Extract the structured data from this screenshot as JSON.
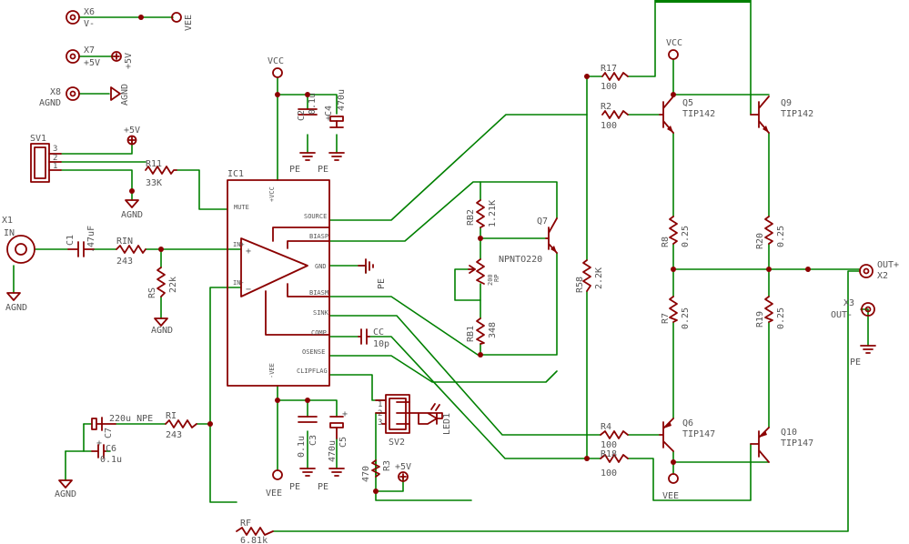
{
  "connectors": {
    "x6": {
      "ref": "X6",
      "pin": "V-"
    },
    "x7": {
      "ref": "X7",
      "pin": "+5V"
    },
    "x8": {
      "ref": "X8",
      "pin": "AGND"
    },
    "x1": {
      "ref": "X1",
      "pin": "IN"
    },
    "x2": {
      "ref": "X2",
      "pin": "OUT+"
    },
    "x3": {
      "ref": "X3",
      "pin": "OUT-"
    }
  },
  "nets": {
    "vee": "VEE",
    "vcc": "VCC",
    "p5v": "+5V",
    "agnd": "AGND",
    "pe": "PE"
  },
  "ic": {
    "ref": "IC1",
    "pins": {
      "mute": "MUTE",
      "vcc": "+VCC",
      "vee": "-VEE",
      "source": "SOURCE",
      "biasp": "BIASP",
      "gnd": "GND",
      "biasm": "BIASM",
      "sink": "SINK",
      "comp": "COMP",
      "osense": "OSENSE",
      "clipflag": "CLIPFLAG",
      "inp": "IN+",
      "inm": "IN-"
    },
    "sym_plus": "+",
    "sym_minus": "−"
  },
  "headers": {
    "sv1": {
      "ref": "SV1",
      "pins": [
        "3",
        "2",
        "1"
      ]
    },
    "sv2": {
      "ref": "SV2",
      "pins": [
        "1",
        "2",
        "3"
      ]
    }
  },
  "parts": {
    "r11": {
      "ref": "R11",
      "value": "33K"
    },
    "c1": {
      "ref": "C1",
      "value": ".47uF"
    },
    "rin": {
      "ref": "RIN",
      "value": "243"
    },
    "rs": {
      "ref": "RS",
      "value": "22k"
    },
    "c2": {
      "ref": "C2",
      "value": "0.1u"
    },
    "c4": {
      "ref": "C4",
      "value": "470u",
      "plus": "+"
    },
    "c3": {
      "ref": "C3",
      "value": "0.1u"
    },
    "c5": {
      "ref": "C5",
      "value": "470u",
      "plus": "+"
    },
    "cc": {
      "ref": "CC",
      "value": "10p"
    },
    "rb2": {
      "ref": "RB2",
      "value": "1.21K"
    },
    "rp": {
      "ref": "RP",
      "value": "200"
    },
    "rb1": {
      "ref": "RB1",
      "value": "348"
    },
    "q7": {
      "ref": "Q7",
      "value": "NPNTO220"
    },
    "led1": {
      "ref": "LED1"
    },
    "r3": {
      "ref": "R3",
      "value": "470"
    },
    "r17": {
      "ref": "R17",
      "value": "100"
    },
    "r2": {
      "ref": "R2",
      "value": "100"
    },
    "r4": {
      "ref": "R4",
      "value": "100"
    },
    "r18": {
      "ref": "R18",
      "value": "100"
    },
    "r58": {
      "ref": "R58",
      "value": "2.2K"
    },
    "q5": {
      "ref": "Q5",
      "value": "TIP142"
    },
    "q9": {
      "ref": "Q9",
      "value": "TIP142"
    },
    "q6": {
      "ref": "Q6",
      "value": "TIP147"
    },
    "q10": {
      "ref": "Q10",
      "value": "TIP147"
    },
    "r8": {
      "ref": "R8",
      "value": "0.25"
    },
    "r20": {
      "ref": "R20",
      "value": "0.25"
    },
    "r7": {
      "ref": "R7",
      "value": "0.25"
    },
    "r19": {
      "ref": "R19",
      "value": "0.25"
    },
    "c7": {
      "ref": "C7",
      "value": "220u NPE",
      "plus": "+"
    },
    "c6": {
      "ref": "C6",
      "value": "0.1u"
    },
    "ri": {
      "ref": "RI",
      "value": "243"
    },
    "rf": {
      "ref": "RF",
      "value": "6.81k"
    }
  }
}
